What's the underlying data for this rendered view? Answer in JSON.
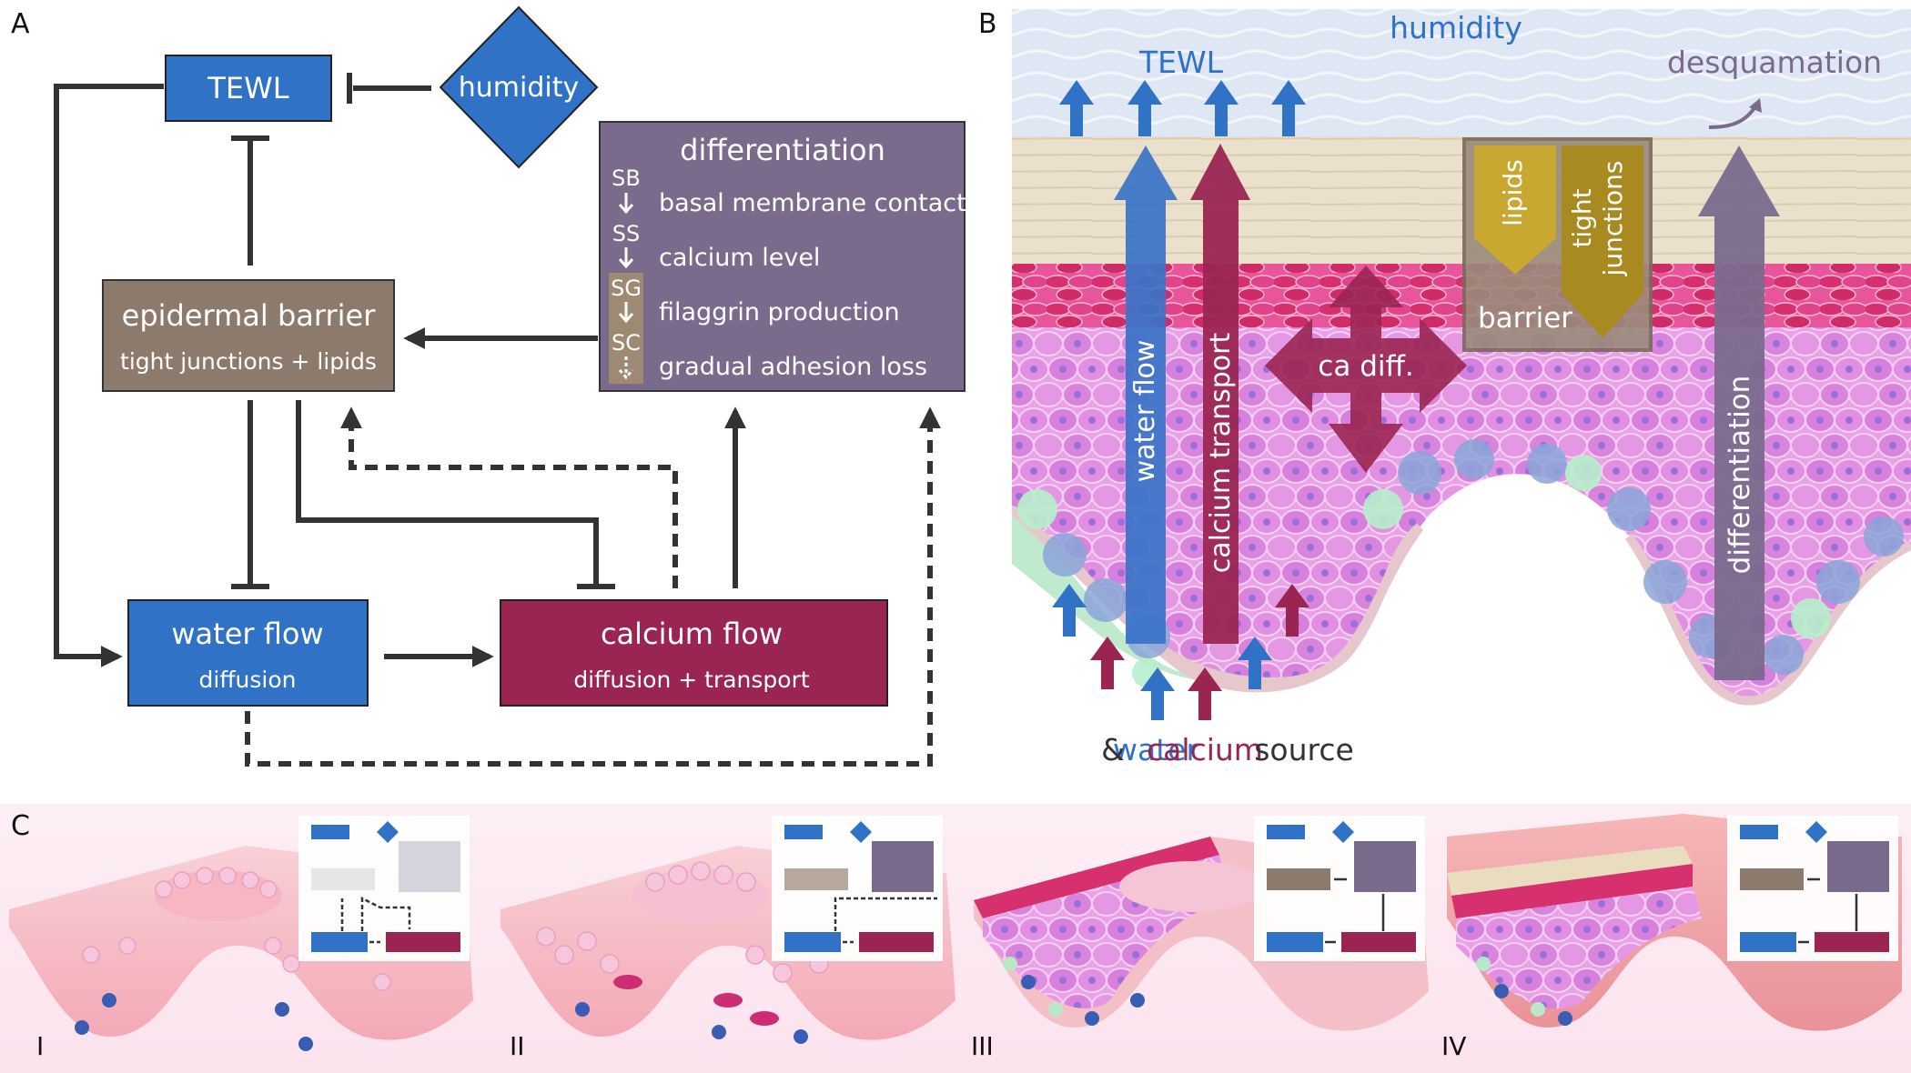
{
  "panel_labels": {
    "a": "A",
    "b": "B",
    "c": "C"
  },
  "colors": {
    "blue": "#2f72c6",
    "crimson": "#9a2552",
    "brown": "#8c7b6c",
    "purple": "#7a6a8c",
    "arrow": "#333333",
    "lipid_gold": "#c8a830",
    "junction_gold": "#a88a20",
    "pink_bg": "#fde8f0"
  },
  "panel_a": {
    "tewl": "TEWL",
    "humidity": "humidity",
    "differentiation": {
      "title": "differentiation",
      "stages": [
        {
          "code": "SB",
          "text": "basal membrane contact"
        },
        {
          "code": "SS",
          "text": "calcium level"
        },
        {
          "code": "SG",
          "text": "filaggrin production"
        },
        {
          "code": "SC",
          "text": "gradual adhesion loss"
        }
      ]
    },
    "epidermal_barrier": {
      "title": "epidermal barrier",
      "subtitle": "tight junctions + lipids"
    },
    "water_flow": {
      "title": "water flow",
      "subtitle": "diffusion"
    },
    "calcium_flow": {
      "title": "calcium flow",
      "subtitle": "diffusion + transport"
    }
  },
  "panel_b": {
    "humidity": "humidity",
    "tewl": "TEWL",
    "desquamation": "desquamation",
    "lipids": "lipids",
    "tight_junctions_line1": "tight",
    "tight_junctions_line2": "junctions",
    "barrier": "barrier",
    "ca_diff": "ca diff.",
    "water_flow": "water flow",
    "calcium_transport": "calcium transport",
    "differentiation": "differentiation",
    "source_water": "water",
    "source_amp": "&",
    "source_calcium": "calcium",
    "source_word": "source"
  },
  "panel_c": {
    "stages": [
      "I",
      "II",
      "III",
      "IV"
    ]
  }
}
